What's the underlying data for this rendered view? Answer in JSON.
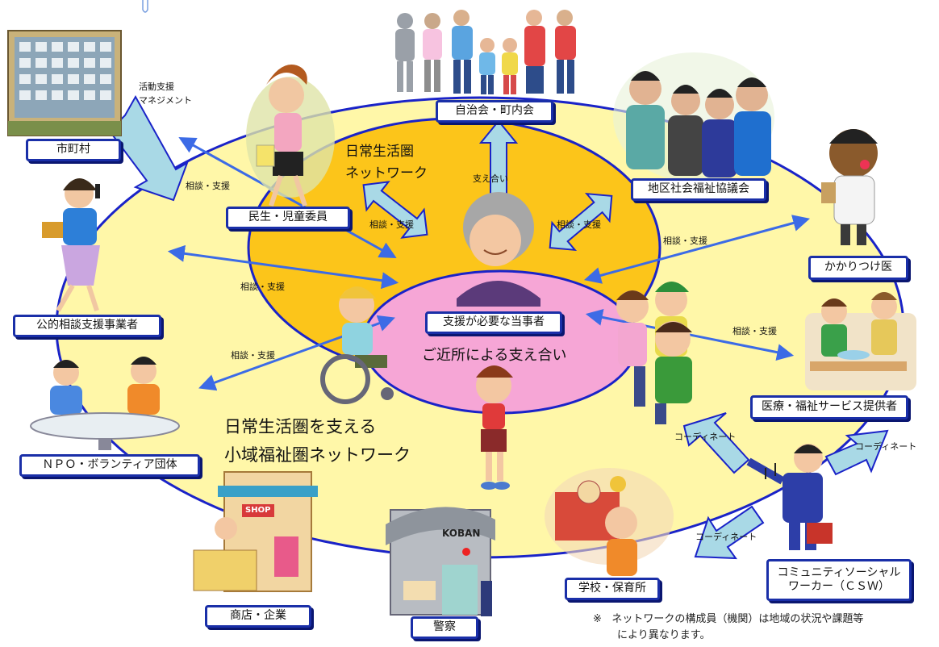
{
  "center": {
    "person": "支援が必要な当事者",
    "neighborhood": "ご近所による支え合い"
  },
  "inner_ring": {
    "title": [
      "日常生活圏",
      "ネットワーク"
    ]
  },
  "outer_ring": {
    "title": [
      "日常生活圏を支える",
      "小域福祉圏ネットワーク"
    ]
  },
  "members": {
    "jichikai": "自治会・町内会",
    "shakyo": "地区社会福祉協議会",
    "minsei": "民生・児童委員",
    "shichoson": "市町村",
    "koteki": "公的相談支援事業者",
    "npo": "ＮＰＯ・ボランティア団体",
    "shoten": "商店・企業",
    "keisatsu": "警察",
    "gakko": "学校・保育所",
    "kakaritsuke": "かかりつけ医",
    "iryo": "医療・福祉サービス提供者",
    "csw": [
      "コミュニティソーシャル",
      "ワーカー（ＣＳＷ）"
    ]
  },
  "arrow_labels": {
    "katsudo": [
      "活動支援",
      "マネジメント"
    ],
    "sodan": "相談・支援",
    "sasaeai": "支え合い",
    "coordinate": "コーディネート"
  },
  "illustration_text": {
    "shop_sign": "SHOP",
    "koban_sign": "KOBAN"
  },
  "footnote": {
    "mark": "※",
    "lines": [
      "ネットワークの構成員（機関）は地域の状況や課題等",
      "により異なります。"
    ]
  },
  "colors": {
    "outer": "#fff7a8",
    "inner": "#fcc51a",
    "center": "#f6a6d6",
    "ring_border": "#1a23c8",
    "arrow_light": "#a9d9e6",
    "arrow_blue": "#3c6be6"
  }
}
